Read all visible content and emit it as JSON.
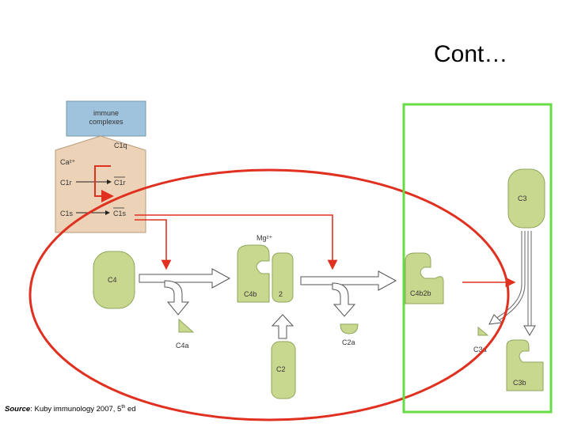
{
  "slide": {
    "title": "Cont…"
  },
  "diagram": {
    "immune_box": "immune\ncomplexes",
    "c1q": "C1q",
    "ca": "Ca²⁺",
    "c1r": "C1r",
    "c1r_bar": "C1r",
    "c1s": "C1s",
    "c1s_bar": "C1s",
    "mg": "Mg²⁺",
    "c4": "C4",
    "c4b": "C4b",
    "c4b_2": "2",
    "c4a": "C4a",
    "c2": "C2",
    "c2a": "C2a",
    "c4b2b": "C4b2b",
    "c3": "C3",
    "c3a": "C3a",
    "c3b": "C3b"
  },
  "source": {
    "label": "Source",
    "text": ": Kuby immunology 2007, 5",
    "sup": "th",
    "tail": " ed"
  },
  "colors": {
    "green_fill": "#c8d98f",
    "blue_box": "#9fc3dc",
    "tan": "#ecd2b6",
    "red": "#e03020",
    "green_frame": "#66dd44"
  }
}
